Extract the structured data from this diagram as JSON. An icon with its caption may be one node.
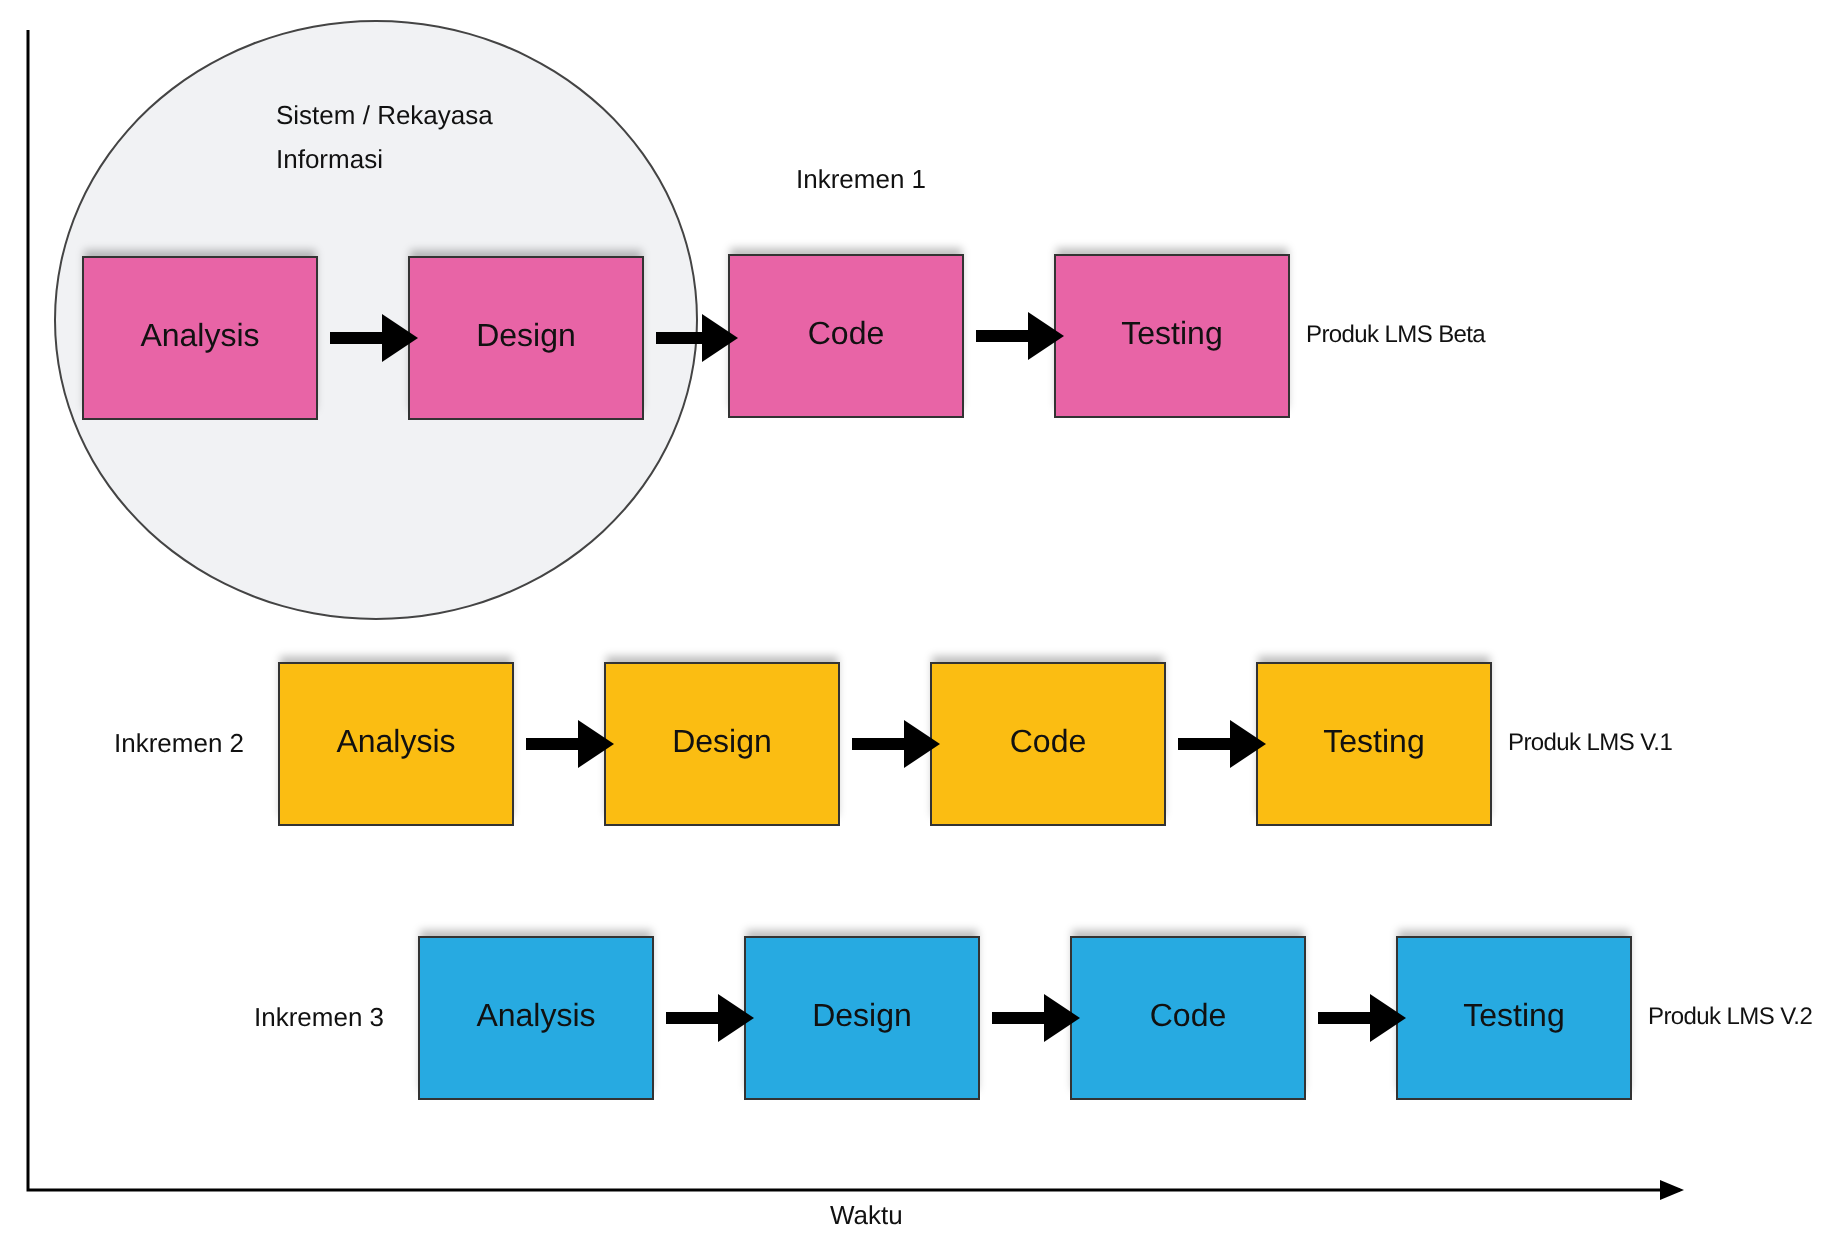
{
  "diagram": {
    "nodes": [
      {
        "text": [
          "Sistem / Rekayasa Informasi"
        ]
      },
      {
        "text": [
          "Analysis"
        ],
        "in": 0
      },
      {
        "text": [
          "Design"
        ],
        "in": 0
      },
      {
        "text": [
          "Code"
        ]
      },
      {
        "text": [
          "Testing"
        ],
        "beside": [
          "Produk LMS Beta"
        ]
      },
      {
        "text": [
          "Analysis"
        ]
      },
      {
        "text": [
          "Design"
        ]
      },
      {
        "text": [
          "Code"
        ]
      },
      {
        "text": [
          "Testing"
        ],
        "beside": [
          "Produk LMS V.1"
        ]
      },
      {
        "text": [
          "Analysis"
        ]
      },
      {
        "text": [
          "Design"
        ]
      },
      {
        "text": [
          "Code"
        ]
      },
      {
        "text": [
          "Testing"
        ],
        "beside": [
          "Produk LMS V.2"
        ]
      }
    ],
    "edges": [
      {
        "from": 1,
        "to": 2,
        "arrow": "to"
      },
      {
        "from": 2,
        "to": 3,
        "arrow": "to"
      },
      {
        "from": 3,
        "to": 4,
        "arrow": "to"
      },
      {
        "from": 5,
        "to": 6,
        "arrow": "to"
      },
      {
        "from": 6,
        "to": 7,
        "arrow": "to"
      },
      {
        "from": 7,
        "to": 8,
        "arrow": "to"
      },
      {
        "from": 9,
        "to": 10,
        "arrow": "to"
      },
      {
        "from": 10,
        "to": 11,
        "arrow": "to"
      },
      {
        "from": 11,
        "to": 12,
        "arrow": "to"
      }
    ],
    "labels": [
      "Inkremen 1",
      "Inkremen 2",
      "Inkremen 3",
      "Waktu"
    ]
  }
}
